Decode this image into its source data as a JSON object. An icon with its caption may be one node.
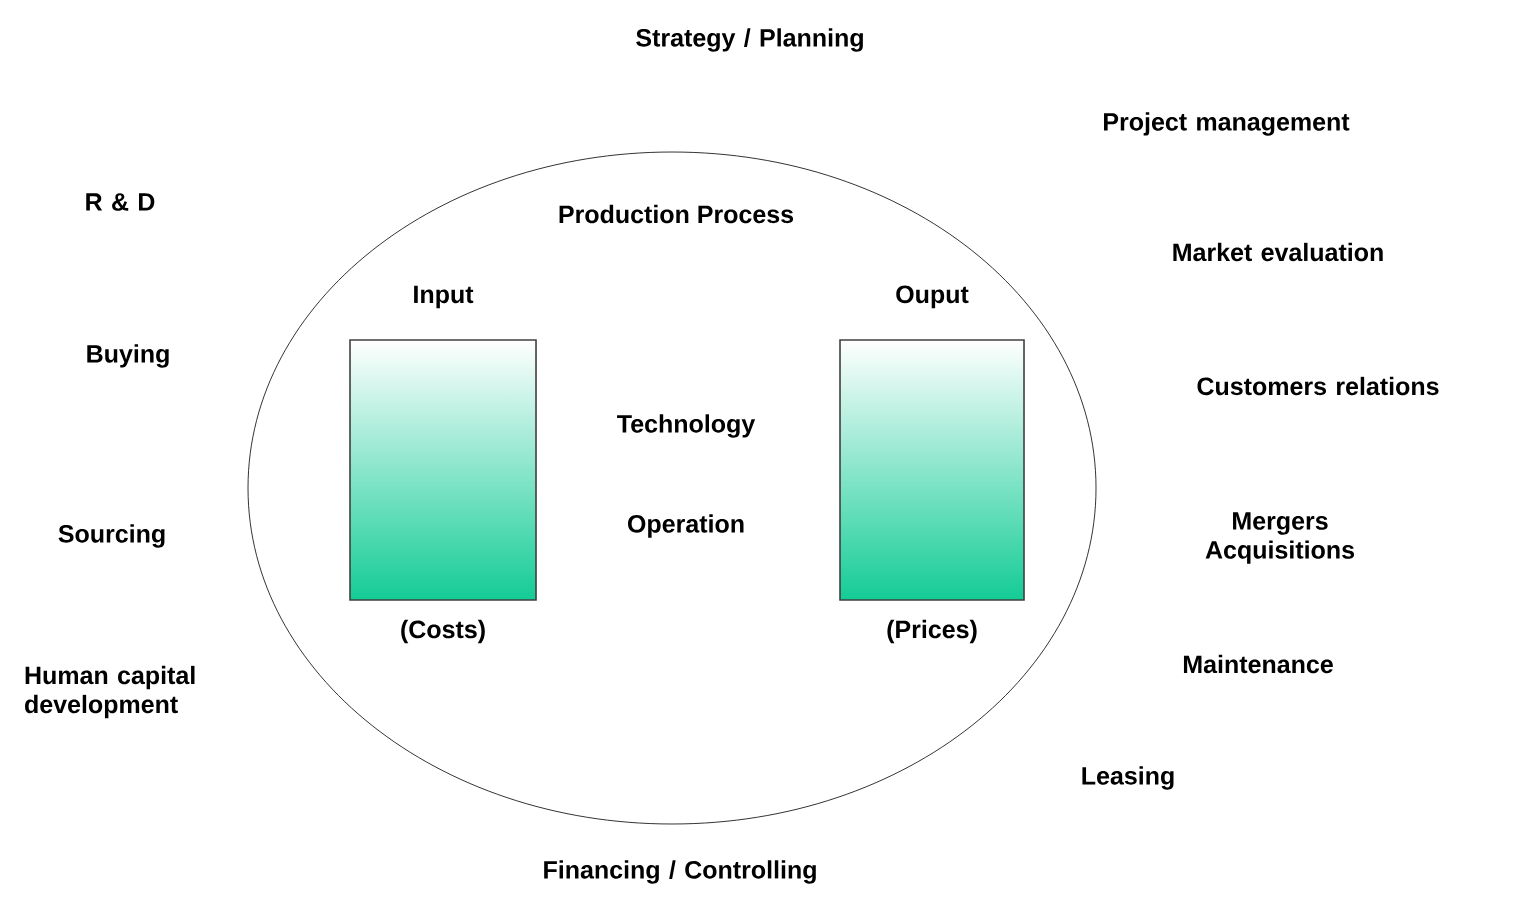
{
  "diagram": {
    "nodes": [
      {
        "text": [
          "Production Process"
        ]
      },
      {
        "text": [
          "Input"
        ],
        "beside": [
          "(Costs)"
        ],
        "in": 0
      },
      {
        "text": [
          "Ouput"
        ],
        "beside": [
          "(Prices)"
        ],
        "in": 0
      }
    ],
    "labels": [
      "Strategy /  Planning",
      "Project management",
      "R & D",
      "Market evaluation",
      "Buying",
      "Customers relations",
      "Technology",
      "Operation",
      "Mergers Acquisitions",
      "Sourcing",
      "Maintenance",
      "Human capital development",
      "Leasing",
      "Financing / Controlling"
    ]
  }
}
